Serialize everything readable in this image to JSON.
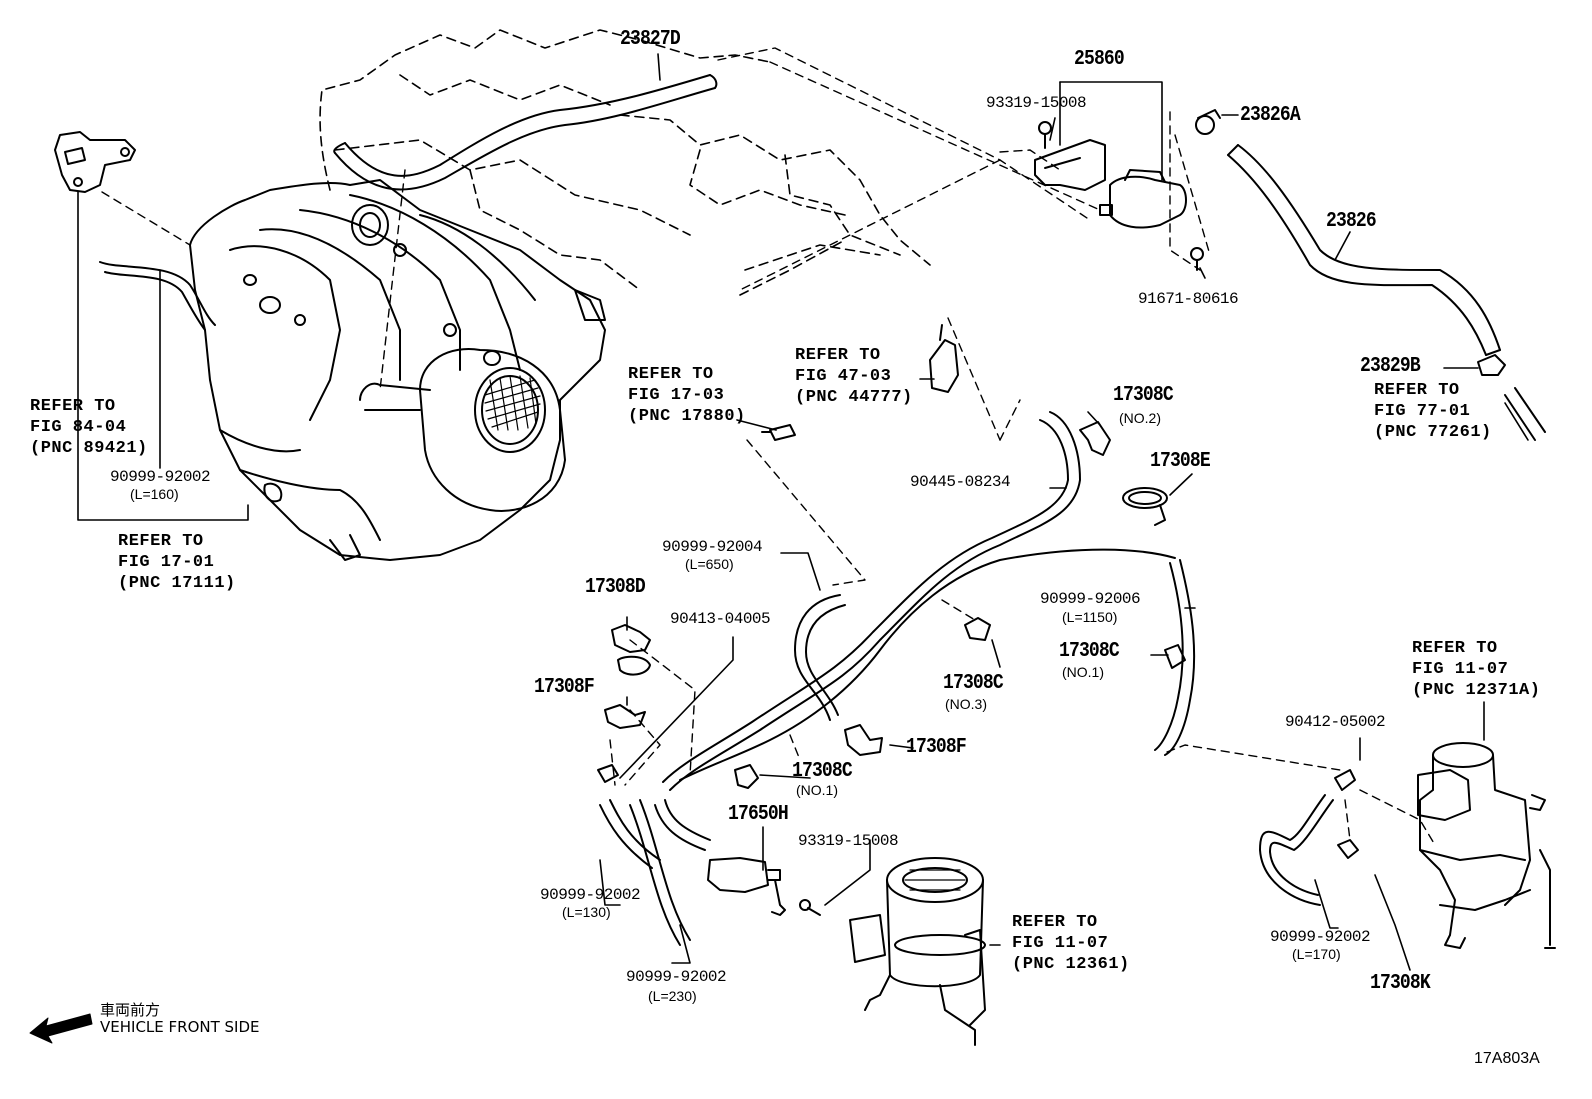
{
  "figure_code": "17A803A",
  "legend": {
    "jp": "車両前方",
    "en": "VEHICLE FRONT SIDE"
  },
  "parts": {
    "p23827D": "23827D",
    "p25860": "25860",
    "p93319_a": "93319-15008",
    "p23826A": "23826A",
    "p23826": "23826",
    "p91671": "91671-80616",
    "p23829B": "23829B",
    "p90999_160": "90999-92002",
    "p90445": "90445-08234",
    "p17308C_no2": "17308C",
    "p17308E": "17308E",
    "p90999_650": "90999-92004",
    "p17308D": "17308D",
    "p90413": "90413-04005",
    "p17308F_a": "17308F",
    "p90999_1150": "90999-92006",
    "p17308C_no1a": "17308C",
    "p17308C_no3": "17308C",
    "p17308F_b": "17308F",
    "p17308C_no1b": "17308C",
    "p17650H": "17650H",
    "p93319_b": "93319-15008",
    "p90999_130": "90999-92002",
    "p90999_230": "90999-92002",
    "p90412": "90412-05002",
    "p90999_170": "90999-92002",
    "p17308K": "17308K"
  },
  "subs": {
    "l160": "(L=160)",
    "l650": "(L=650)",
    "l1150": "(L=1150)",
    "l130": "(L=130)",
    "l230": "(L=230)",
    "l170": "(L=170)",
    "no2": "(NO.2)",
    "no1a": "(NO.1)",
    "no3": "(NO.3)",
    "no1b": "(NO.1)"
  },
  "refs": {
    "r8404": "REFER TO\nFIG 84-04\n(PNC 89421)",
    "r1701": "REFER TO\nFIG 17-01\n(PNC 17111)",
    "r1703": "REFER TO\nFIG 17-03\n(PNC 17880)",
    "r4703": "REFER TO\nFIG 47-03\n(PNC 44777)",
    "r7701": "REFER TO\nFIG 77-01\n(PNC 77261)",
    "r1107a": "REFER TO\nFIG 11-07\n(PNC 12371A)",
    "r1107b": "REFER TO\nFIG 11-07\n(PNC 12361)"
  }
}
